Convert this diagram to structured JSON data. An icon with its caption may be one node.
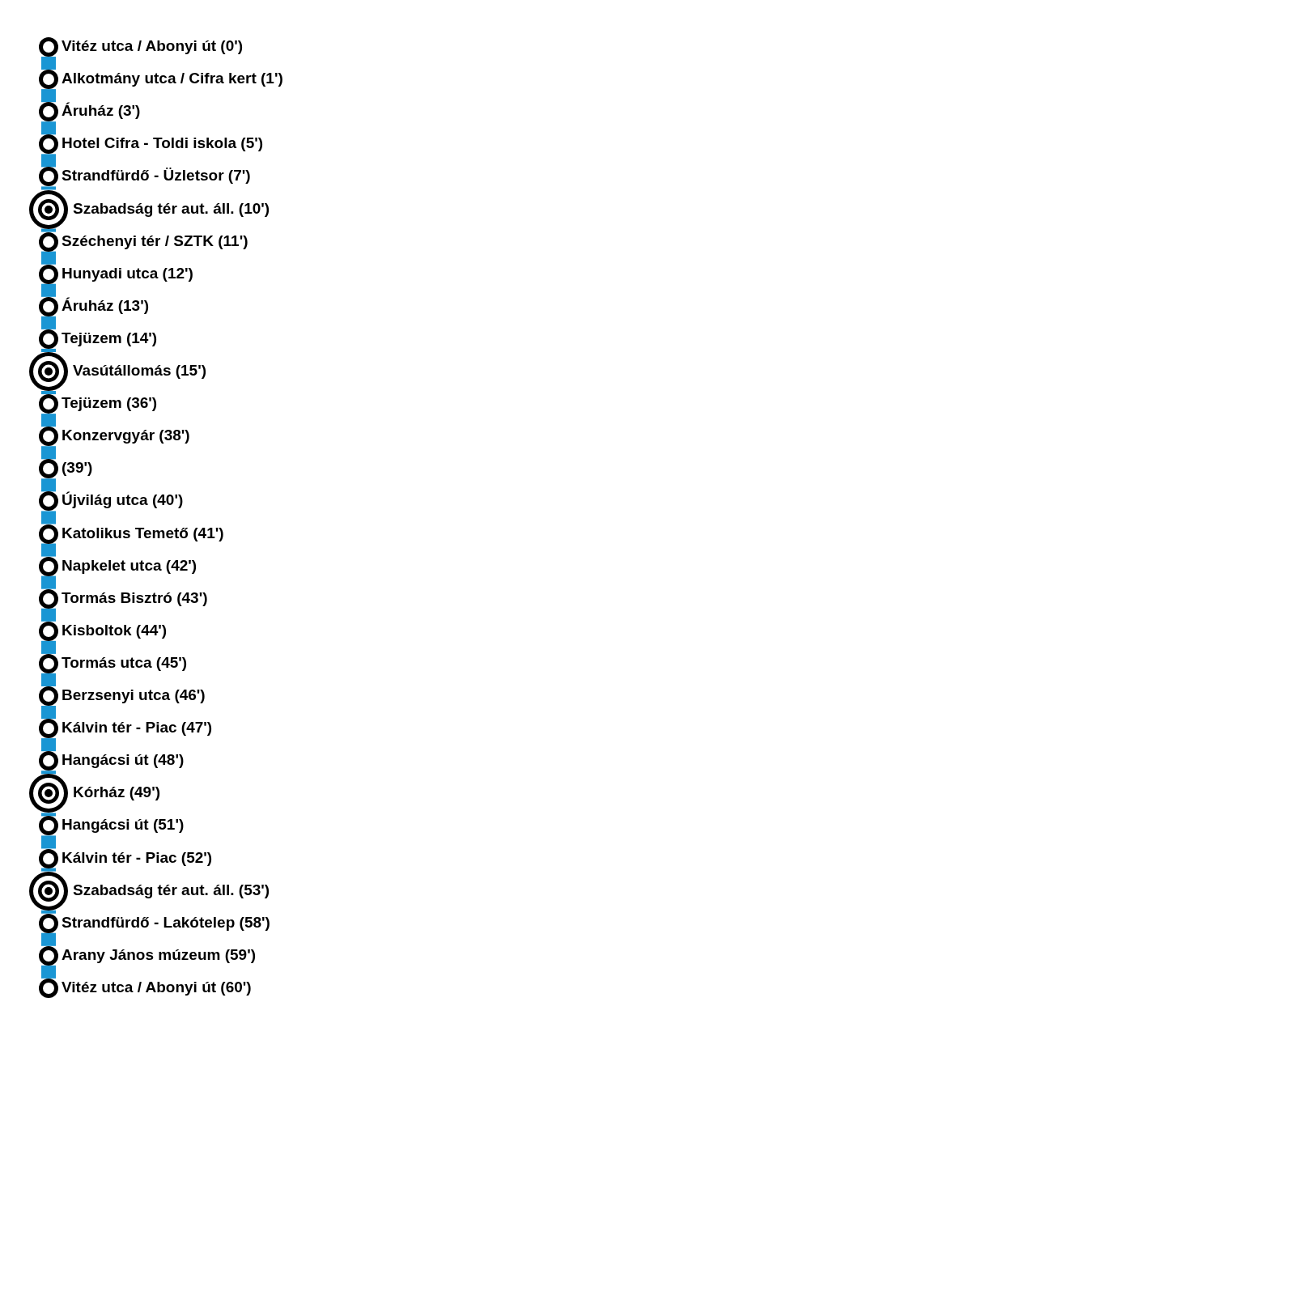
{
  "diagram": {
    "nodes": [
      {
        "text": [],
        "shape": "circle",
        "beside": [
          "Vitéz utca / Abonyi út (0')"
        ]
      },
      {
        "text": [],
        "shape": "circle",
        "beside": [
          "Alkotmány utca / Cifra kert (1')"
        ]
      },
      {
        "text": [],
        "shape": "circle",
        "beside": [
          "Áruház (3')"
        ]
      },
      {
        "text": [],
        "shape": "circle",
        "beside": [
          "Hotel Cifra - Toldi iskola (5')"
        ]
      },
      {
        "text": [],
        "shape": "circle",
        "beside": [
          "Strandfürdő - Üzletsor (7')"
        ]
      },
      {
        "text": [],
        "shape": "target",
        "beside": [
          "Szabadság tér aut. áll. (10')"
        ]
      },
      {
        "text": [],
        "shape": "circle",
        "beside": [
          "Széchenyi tér / SZTK (11')"
        ]
      },
      {
        "text": [],
        "shape": "circle",
        "beside": [
          "Hunyadi utca (12')"
        ]
      },
      {
        "text": [],
        "shape": "circle",
        "beside": [
          "Áruház (13')"
        ]
      },
      {
        "text": [],
        "shape": "circle",
        "beside": [
          "Tejüzem (14')"
        ]
      },
      {
        "text": [],
        "shape": "target",
        "beside": [
          "Vasútállomás (15')"
        ]
      },
      {
        "text": [],
        "shape": "circle",
        "beside": [
          "Tejüzem (36')"
        ]
      },
      {
        "text": [],
        "shape": "circle",
        "beside": [
          "Konzervgyár (38')"
        ]
      },
      {
        "text": [],
        "shape": "circle",
        "beside": [
          "(39')"
        ]
      },
      {
        "text": [],
        "shape": "circle",
        "beside": [
          "Újvilág utca (40')"
        ]
      },
      {
        "text": [],
        "shape": "circle",
        "beside": [
          "Katolikus Temető (41')"
        ]
      },
      {
        "text": [],
        "shape": "circle",
        "beside": [
          "Napkelet utca (42')"
        ]
      },
      {
        "text": [],
        "shape": "circle",
        "beside": [
          "Tormás Bisztró (43')"
        ]
      },
      {
        "text": [],
        "shape": "circle",
        "beside": [
          "Kisboltok (44')"
        ]
      },
      {
        "text": [],
        "shape": "circle",
        "beside": [
          "Tormás utca (45')"
        ]
      },
      {
        "text": [],
        "shape": "circle",
        "beside": [
          "Berzsenyi utca (46')"
        ]
      },
      {
        "text": [],
        "shape": "circle",
        "beside": [
          "Kálvin tér - Piac (47')"
        ]
      },
      {
        "text": [],
        "shape": "circle",
        "beside": [
          "Hangácsi út (48')"
        ]
      },
      {
        "text": [],
        "shape": "target",
        "beside": [
          "Kórház (49')"
        ]
      },
      {
        "text": [],
        "shape": "circle",
        "beside": [
          "Hangácsi út (51')"
        ]
      },
      {
        "text": [],
        "shape": "circle",
        "beside": [
          "Kálvin tér - Piac (52')"
        ]
      },
      {
        "text": [],
        "shape": "target",
        "beside": [
          "Szabadság tér aut. áll. (53')"
        ]
      },
      {
        "text": [],
        "shape": "circle",
        "beside": [
          "Strandfürdő - Lakótelep (58')"
        ]
      },
      {
        "text": [],
        "shape": "circle",
        "beside": [
          "Arany János múzeum (59')"
        ]
      },
      {
        "text": [],
        "shape": "circle",
        "beside": [
          "Vitéz utca / Abonyi út (60')"
        ]
      }
    ],
    "edges": [
      {
        "from": 0,
        "to": 1,
        "arrow": "none"
      },
      {
        "from": 1,
        "to": 2,
        "arrow": "none"
      },
      {
        "from": 2,
        "to": 3,
        "arrow": "none"
      },
      {
        "from": 3,
        "to": 4,
        "arrow": "none"
      },
      {
        "from": 4,
        "to": 5,
        "arrow": "none"
      },
      {
        "from": 5,
        "to": 6,
        "arrow": "none"
      },
      {
        "from": 6,
        "to": 7,
        "arrow": "none"
      },
      {
        "from": 7,
        "to": 8,
        "arrow": "none"
      },
      {
        "from": 8,
        "to": 9,
        "arrow": "none"
      },
      {
        "from": 9,
        "to": 10,
        "arrow": "none"
      },
      {
        "from": 10,
        "to": 11,
        "arrow": "none"
      },
      {
        "from": 11,
        "to": 12,
        "arrow": "none"
      },
      {
        "from": 12,
        "to": 13,
        "arrow": "none"
      },
      {
        "from": 13,
        "to": 14,
        "arrow": "none"
      },
      {
        "from": 14,
        "to": 15,
        "arrow": "none"
      },
      {
        "from": 15,
        "to": 16,
        "arrow": "none"
      },
      {
        "from": 16,
        "to": 17,
        "arrow": "none"
      },
      {
        "from": 17,
        "to": 18,
        "arrow": "none"
      },
      {
        "from": 18,
        "to": 19,
        "arrow": "none"
      },
      {
        "from": 19,
        "to": 20,
        "arrow": "none"
      },
      {
        "from": 20,
        "to": 21,
        "arrow": "none"
      },
      {
        "from": 21,
        "to": 22,
        "arrow": "none"
      },
      {
        "from": 22,
        "to": 23,
        "arrow": "none"
      },
      {
        "from": 23,
        "to": 24,
        "arrow": "none"
      },
      {
        "from": 24,
        "to": 25,
        "arrow": "none"
      },
      {
        "from": 25,
        "to": 26,
        "arrow": "none"
      },
      {
        "from": 26,
        "to": 27,
        "arrow": "none"
      },
      {
        "from": 27,
        "to": 28,
        "arrow": "none"
      },
      {
        "from": 28,
        "to": 29,
        "arrow": "none"
      }
    ]
  }
}
